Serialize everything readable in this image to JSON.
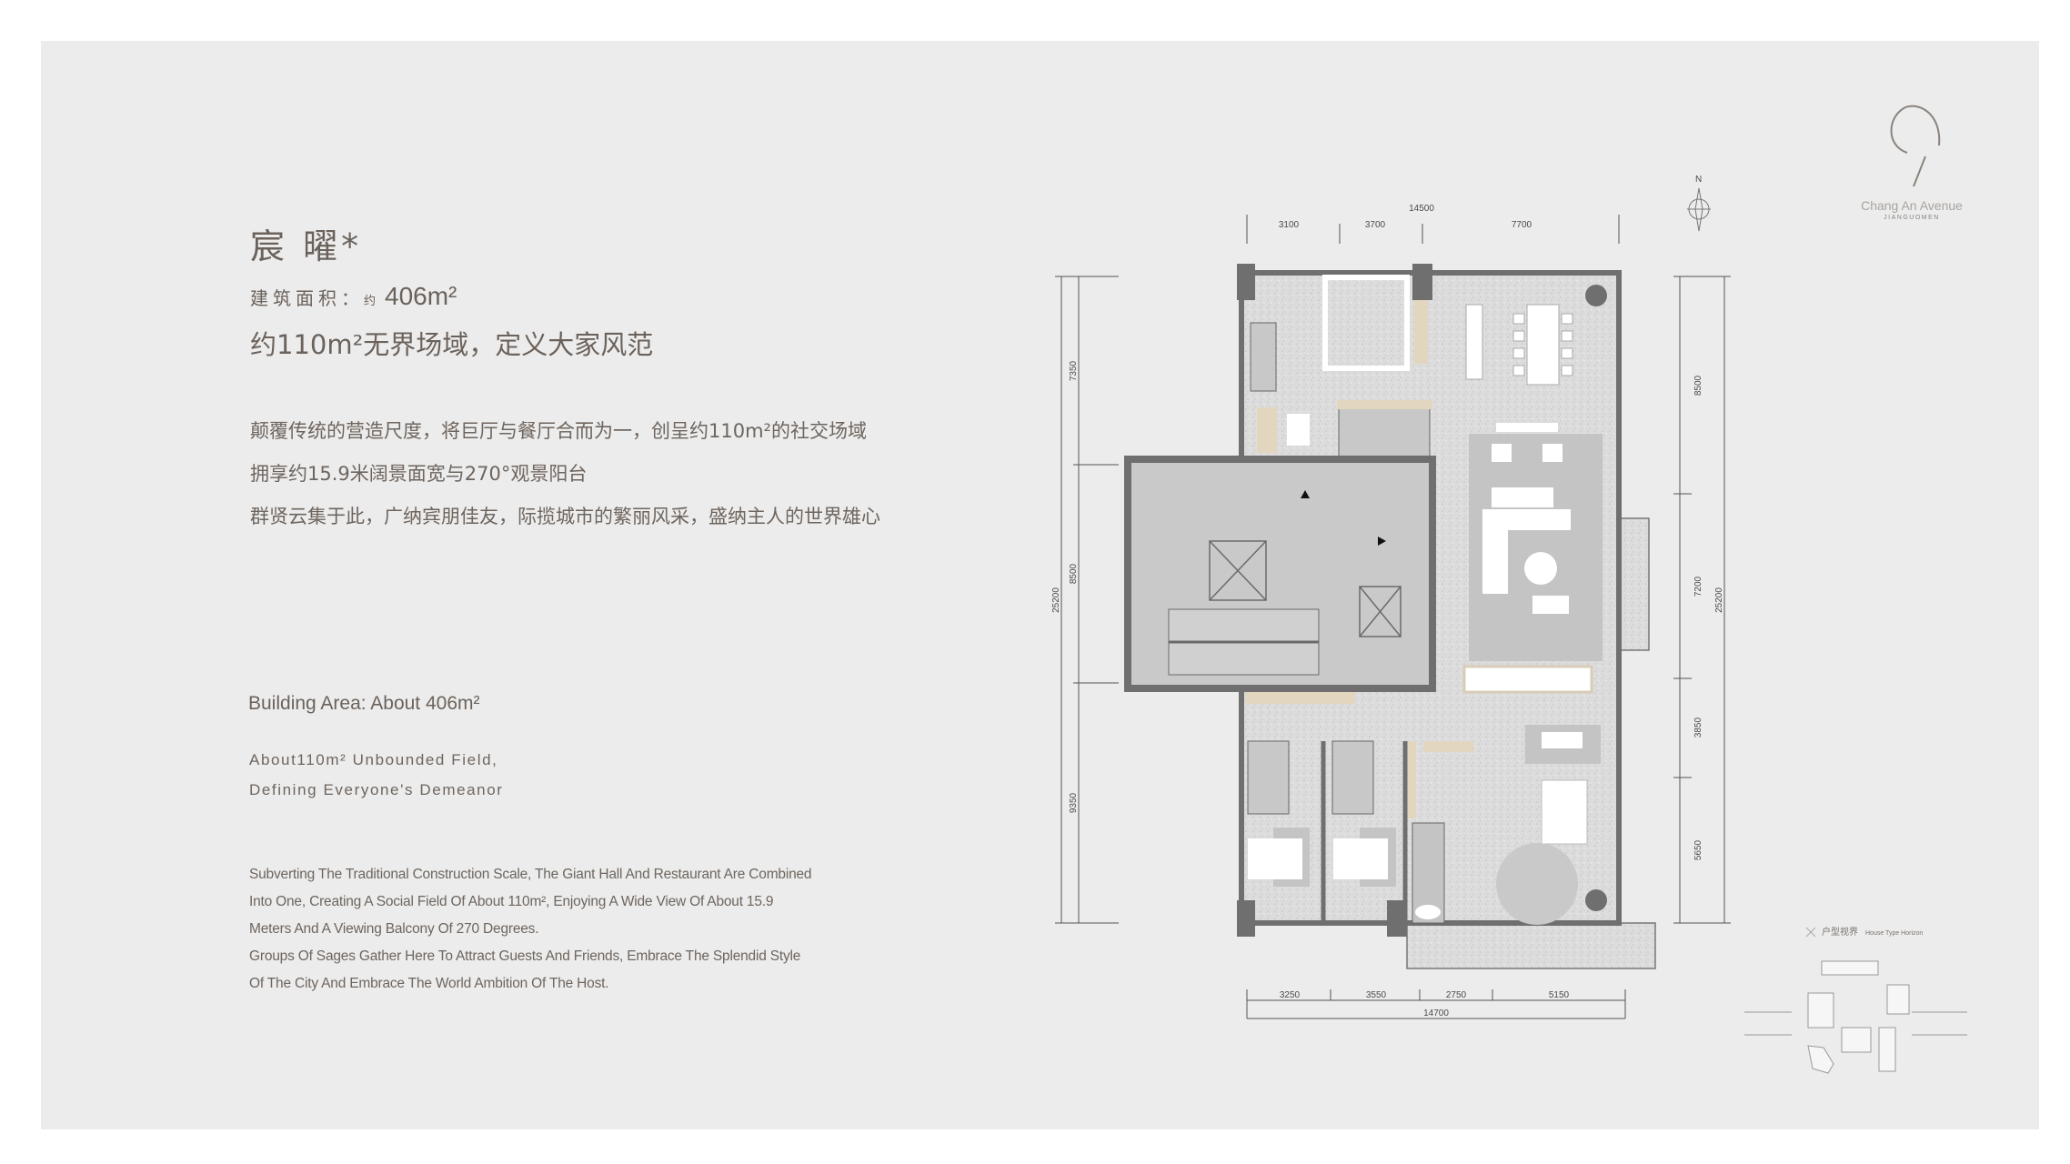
{
  "title": "宸 曜*",
  "area": {
    "label": "建筑面积：",
    "prefix": "约",
    "value": "406m²"
  },
  "headline": "约110m²无界场域，定义大家风范",
  "description_cn": [
    "颠覆传统的营造尺度，将巨厅与餐厅合而为一，创呈约110m²的社交场域",
    "拥享约15.9米阔景面宽与270°观景阳台",
    "群贤云集于此，广纳宾朋佳友，际揽城市的繁丽风采，盛纳主人的世界雄心"
  ],
  "area_en": "Building Area: About 406m²",
  "tagline_en": [
    "About110m² Unbounded Field,",
    "Defining Everyone's Demeanor"
  ],
  "description_en": [
    "Subverting The Traditional Construction Scale, The Giant Hall And Restaurant Are Combined",
    "Into One, Creating A Social Field Of About 110m², Enjoying A Wide View Of About 15.9",
    "Meters And A Viewing Balcony Of 270 Degrees.",
    "Groups Of Sages Gather Here To Attract Guests And Friends, Embrace The Splendid Style",
    "Of The City And Embrace The World Ambition Of The Host."
  ],
  "brand": {
    "name": "Chang An Avenue",
    "sub": "JIANGUOMEN"
  },
  "compass": {
    "label": "N"
  },
  "dimensions": {
    "top": {
      "total": "14500",
      "segments": [
        "3100",
        "3700",
        "7700"
      ]
    },
    "bottom": {
      "total": "14700",
      "segments": [
        "3250",
        "3550",
        "2750",
        "5150"
      ]
    },
    "left": {
      "total": "25200",
      "segments": [
        "7350",
        "8500",
        "9350"
      ]
    },
    "right": {
      "total": "25200",
      "segments": [
        "8500",
        "7200",
        "3850",
        "5650"
      ]
    }
  },
  "horizon": {
    "title_cn": "户型视界",
    "title_en": "House Type Horizon"
  },
  "colors": {
    "text": "#6e655e",
    "panel": "#ececec",
    "wall": "#6f6f6f",
    "wood": "#e3d6bf"
  }
}
